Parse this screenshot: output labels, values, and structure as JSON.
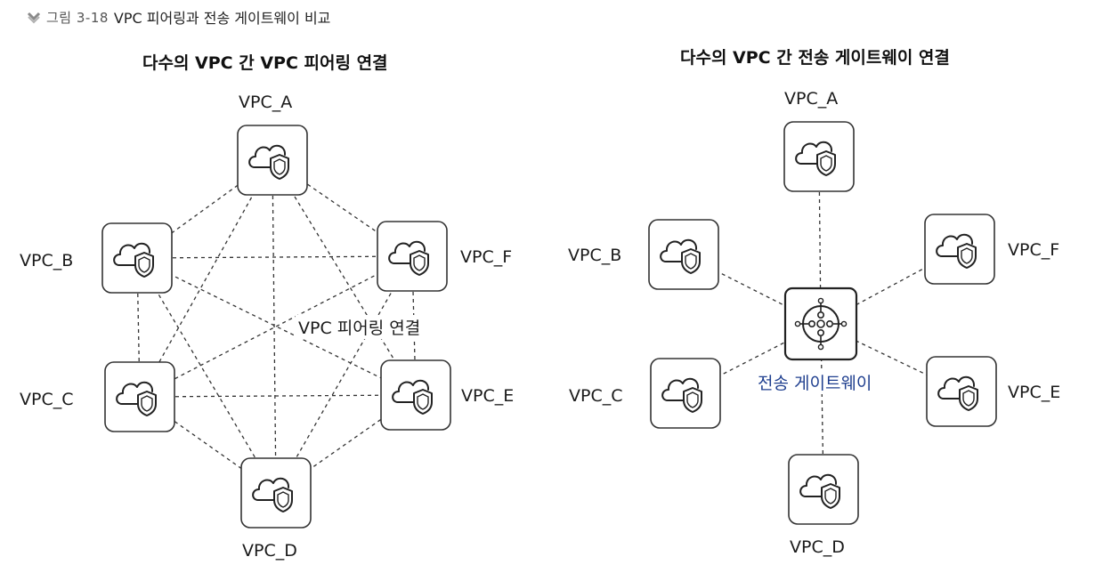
{
  "figure": {
    "number": "그림 3-18",
    "title": "VPC 피어링과 전송 게이트웨이 비교"
  },
  "left_panel": {
    "title": "다수의 VPC 간 VPC 피어링 연결",
    "center_label": "VPC 피어링 연결",
    "nodes": [
      {
        "id": "A",
        "label": "VPC_A",
        "icon": "vpc-cloud-shield-icon"
      },
      {
        "id": "B",
        "label": "VPC_B",
        "icon": "vpc-cloud-shield-icon"
      },
      {
        "id": "F",
        "label": "VPC_F",
        "icon": "vpc-cloud-shield-icon"
      },
      {
        "id": "C",
        "label": "VPC_C",
        "icon": "vpc-cloud-shield-icon"
      },
      {
        "id": "E",
        "label": "VPC_E",
        "icon": "vpc-cloud-shield-icon"
      },
      {
        "id": "D",
        "label": "VPC_D",
        "icon": "vpc-cloud-shield-icon"
      }
    ],
    "connections": "full-mesh"
  },
  "right_panel": {
    "title": "다수의 VPC 간 전송 게이트웨이 연결",
    "hub_label": "전송 게이트웨이",
    "hub_icon": "transit-gateway-icon",
    "hub_label_color": "#1f3f8f",
    "nodes": [
      {
        "id": "A",
        "label": "VPC_A",
        "icon": "vpc-cloud-shield-icon"
      },
      {
        "id": "B",
        "label": "VPC_B",
        "icon": "vpc-cloud-shield-icon"
      },
      {
        "id": "F",
        "label": "VPC_F",
        "icon": "vpc-cloud-shield-icon"
      },
      {
        "id": "C",
        "label": "VPC_C",
        "icon": "vpc-cloud-shield-icon"
      },
      {
        "id": "E",
        "label": "VPC_E",
        "icon": "vpc-cloud-shield-icon"
      },
      {
        "id": "D",
        "label": "VPC_D",
        "icon": "vpc-cloud-shield-icon"
      }
    ],
    "connections": "hub-and-spoke"
  }
}
